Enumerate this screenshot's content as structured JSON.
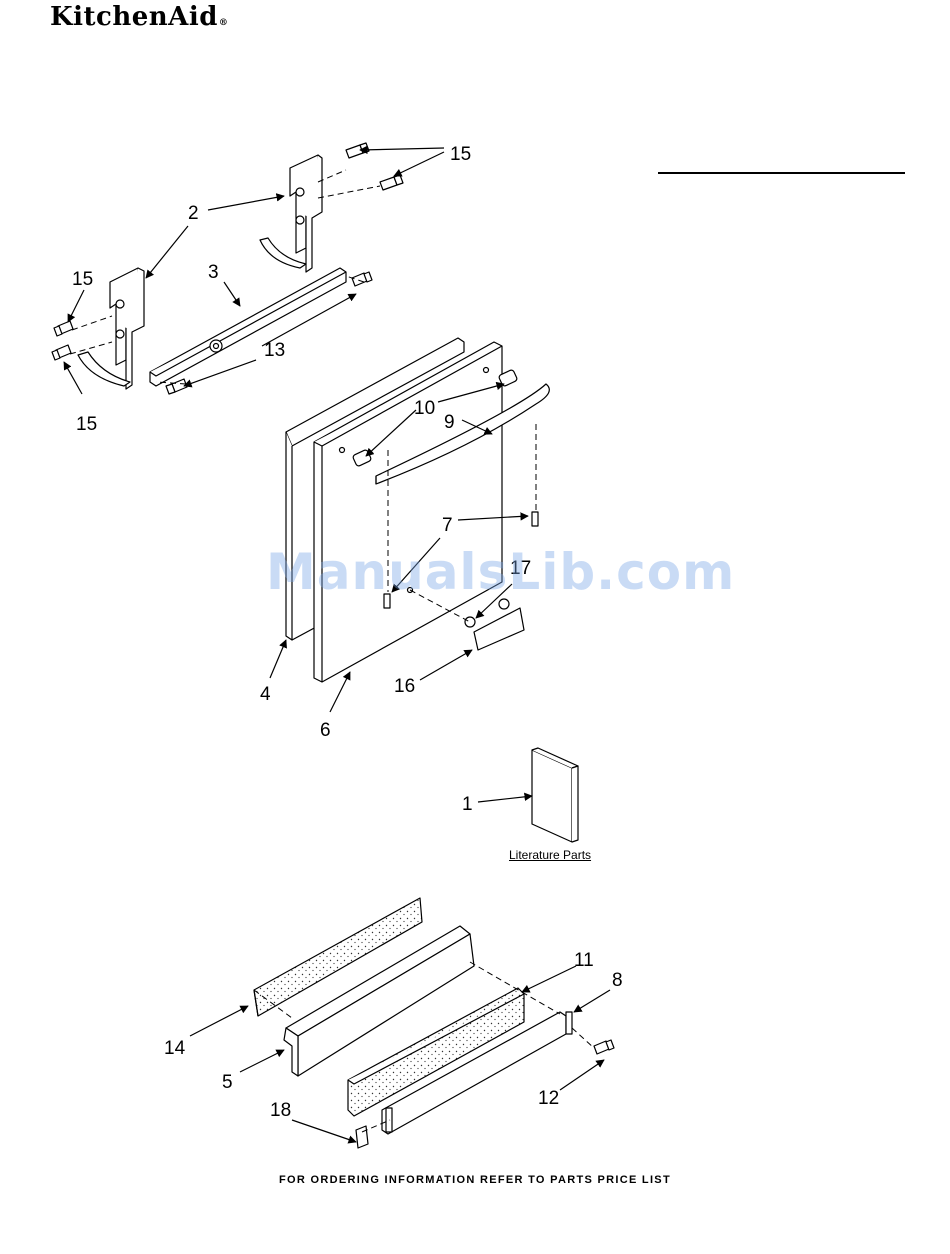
{
  "header": {
    "brand": "KitchenAid",
    "brand_mark": "®"
  },
  "watermark": "ManualsLib.com",
  "footer": "FOR ORDERING INFORMATION REFER TO PARTS PRICE LIST",
  "literature_label": "Literature Parts",
  "callouts": {
    "c1": "1",
    "c2": "2",
    "c3": "3",
    "c4": "4",
    "c5": "5",
    "c6": "6",
    "c7": "7",
    "c8": "8",
    "c9": "9",
    "c10": "10",
    "c11": "11",
    "c12": "12",
    "c13": "13",
    "c14": "14",
    "c15": "15",
    "c16": "16",
    "c17": "17",
    "c18": "18"
  }
}
